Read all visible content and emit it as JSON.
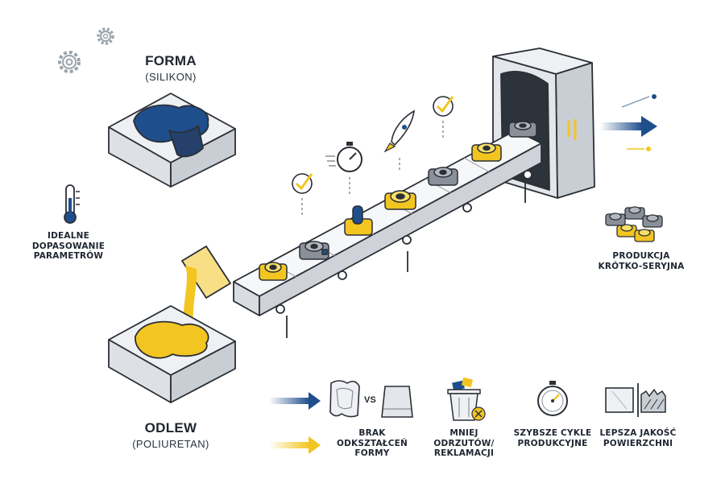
{
  "mold": {
    "title": "FORMA",
    "subtitle": "(SILIKON)"
  },
  "cast": {
    "title": "ODLEW",
    "subtitle": "(POLIURETAN)"
  },
  "parameters": {
    "lines": [
      "IDEALNE",
      "DOPASOWANIE",
      "PARAMETRÓW"
    ]
  },
  "production": {
    "lines": [
      "PRODUKCJA",
      "KRÓTKO-SERYJNA"
    ]
  },
  "vs_label": "VS",
  "benefits": [
    {
      "lines": [
        "BRAK",
        "ODKSZTAŁCEŃ",
        "FORMY"
      ]
    },
    {
      "lines": [
        "MNIEJ",
        "ODRZUTÓW/",
        "REKLAMACJI"
      ]
    },
    {
      "lines": [
        "SZYBSZE CYKLE",
        "PRODUKCYJNE"
      ]
    },
    {
      "lines": [
        "LEPSZA JAKOŚĆ",
        "POWIERZCHNI"
      ]
    }
  ],
  "colors": {
    "navy": "#1f4e8c",
    "yellow": "#f2c521",
    "gray": "#8a9099",
    "outline": "#2b2f36"
  },
  "icons": [
    "gear-icon",
    "thermometer-icon",
    "check-icon",
    "stopwatch-icon",
    "rocket-icon",
    "arrow-right-icon",
    "trash-icon"
  ]
}
